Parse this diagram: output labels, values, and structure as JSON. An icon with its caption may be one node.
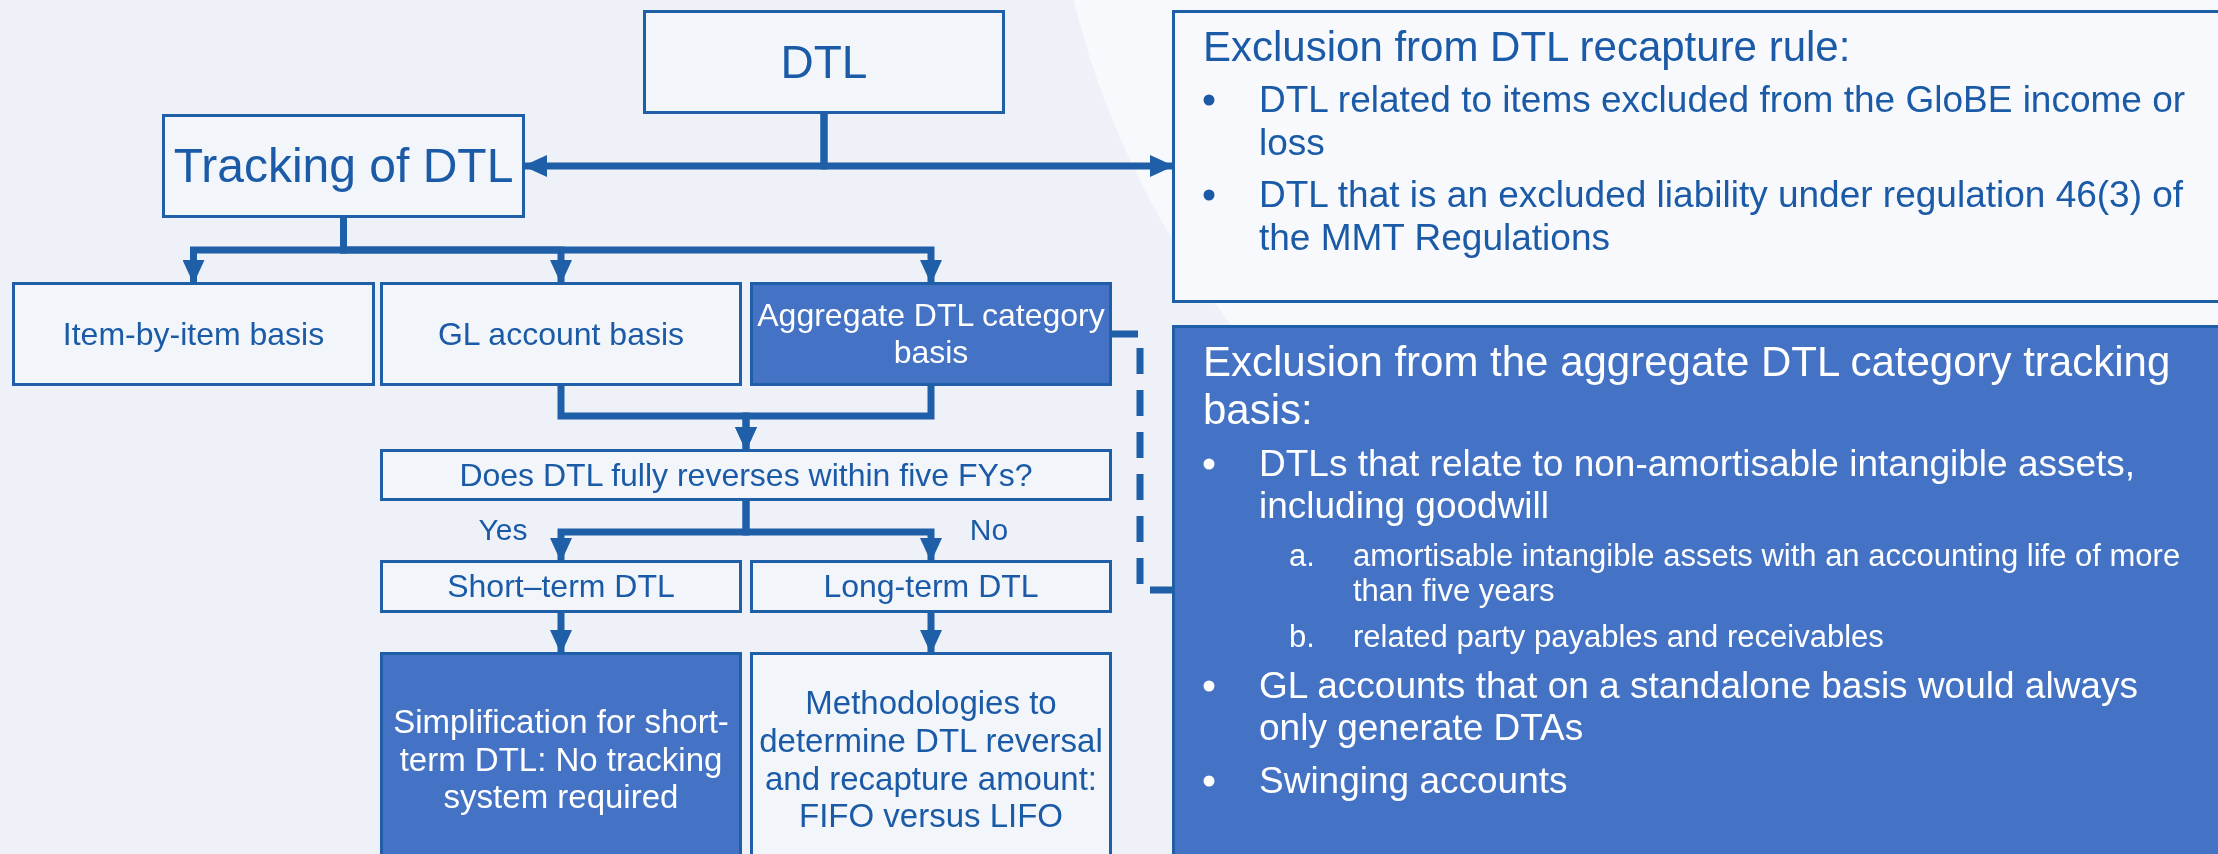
{
  "diagram": {
    "nodes": [
      {
        "text": [
          "DTL"
        ]
      },
      {
        "text": [
          "Tracking of DTL"
        ]
      },
      {
        "text": [
          "Exclusion from DTL recapture rule:",
          "DTL related to items excluded from the GloBE income or loss",
          "DTL that is an excluded liability under regulation 46(3) of the MMT Regulations"
        ]
      },
      {
        "text": [
          "Item-by-item basis"
        ]
      },
      {
        "text": [
          "GL account basis"
        ]
      },
      {
        "text": [
          "Aggregate DTL category basis"
        ]
      },
      {
        "text": [
          "Exclusion from the aggregate DTL category tracking basis:",
          "DTLs that relate to non-amortisable intangible assets, including goodwill",
          "a. amortisable intangible assets with an accounting life of more than five years",
          "b. related party payables and receivables",
          "GL accounts that on a standalone basis would always only generate DTAs",
          "Swinging accounts"
        ]
      },
      {
        "text": [
          "Does DTL fully reverses within five FYs?"
        ]
      },
      {
        "text": [
          "Short–term DTL"
        ]
      },
      {
        "text": [
          "Long-term DTL"
        ]
      },
      {
        "text": [
          "Simplification for short-term DTL: No tracking system required"
        ]
      },
      {
        "text": [
          "Methodologies to determine DTL reversal and recapture amount: FIFO versus LIFO"
        ]
      }
    ],
    "edges": [
      {
        "from": 0,
        "to": 1,
        "arrow": "to"
      },
      {
        "from": 0,
        "to": 2,
        "arrow": "to"
      },
      {
        "from": 1,
        "to": 3,
        "arrow": "to"
      },
      {
        "from": 1,
        "to": 4,
        "arrow": "to"
      },
      {
        "from": 1,
        "to": 5,
        "arrow": "to"
      },
      {
        "from": 4,
        "to": 7,
        "arrow": "to"
      },
      {
        "from": 5,
        "to": 7,
        "arrow": "to"
      },
      {
        "from": 7,
        "to": 8,
        "arrow": "to",
        "label": "Yes"
      },
      {
        "from": 7,
        "to": 9,
        "arrow": "to",
        "label": "No"
      },
      {
        "from": 8,
        "to": 10,
        "arrow": "to"
      },
      {
        "from": 9,
        "to": 11,
        "arrow": "to"
      },
      {
        "from": 5,
        "to": 6,
        "arrow": "none",
        "style": "dashed"
      }
    ]
  }
}
